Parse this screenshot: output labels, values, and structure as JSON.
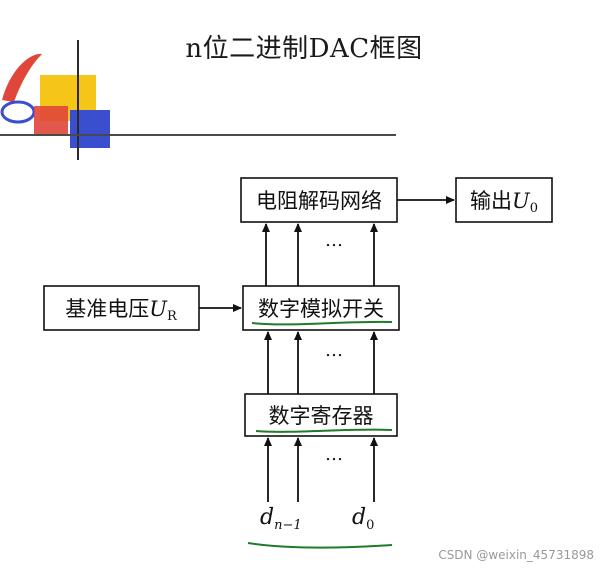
{
  "title": "n位二进制DAC框图",
  "blocks": {
    "network": "电阻解码网络",
    "output": "输出",
    "output_sym": "U",
    "output_sub": "0",
    "reference": "基准电压",
    "reference_sym": "U",
    "reference_sub": "R",
    "switch": "数字模拟开关",
    "register": "数字寄存器"
  },
  "ellipsis": "…",
  "inputs": {
    "msb_sym": "d",
    "msb_sub": "n−1",
    "lsb_sym": "d",
    "lsb_sub": "0"
  },
  "watermark": "CSDN @weixin_45731898",
  "colors": {
    "annotation": "#1f7a2a",
    "deco_yellow": "#f5c518",
    "deco_red": "#e0463a",
    "deco_blue": "#3a4fcf"
  }
}
